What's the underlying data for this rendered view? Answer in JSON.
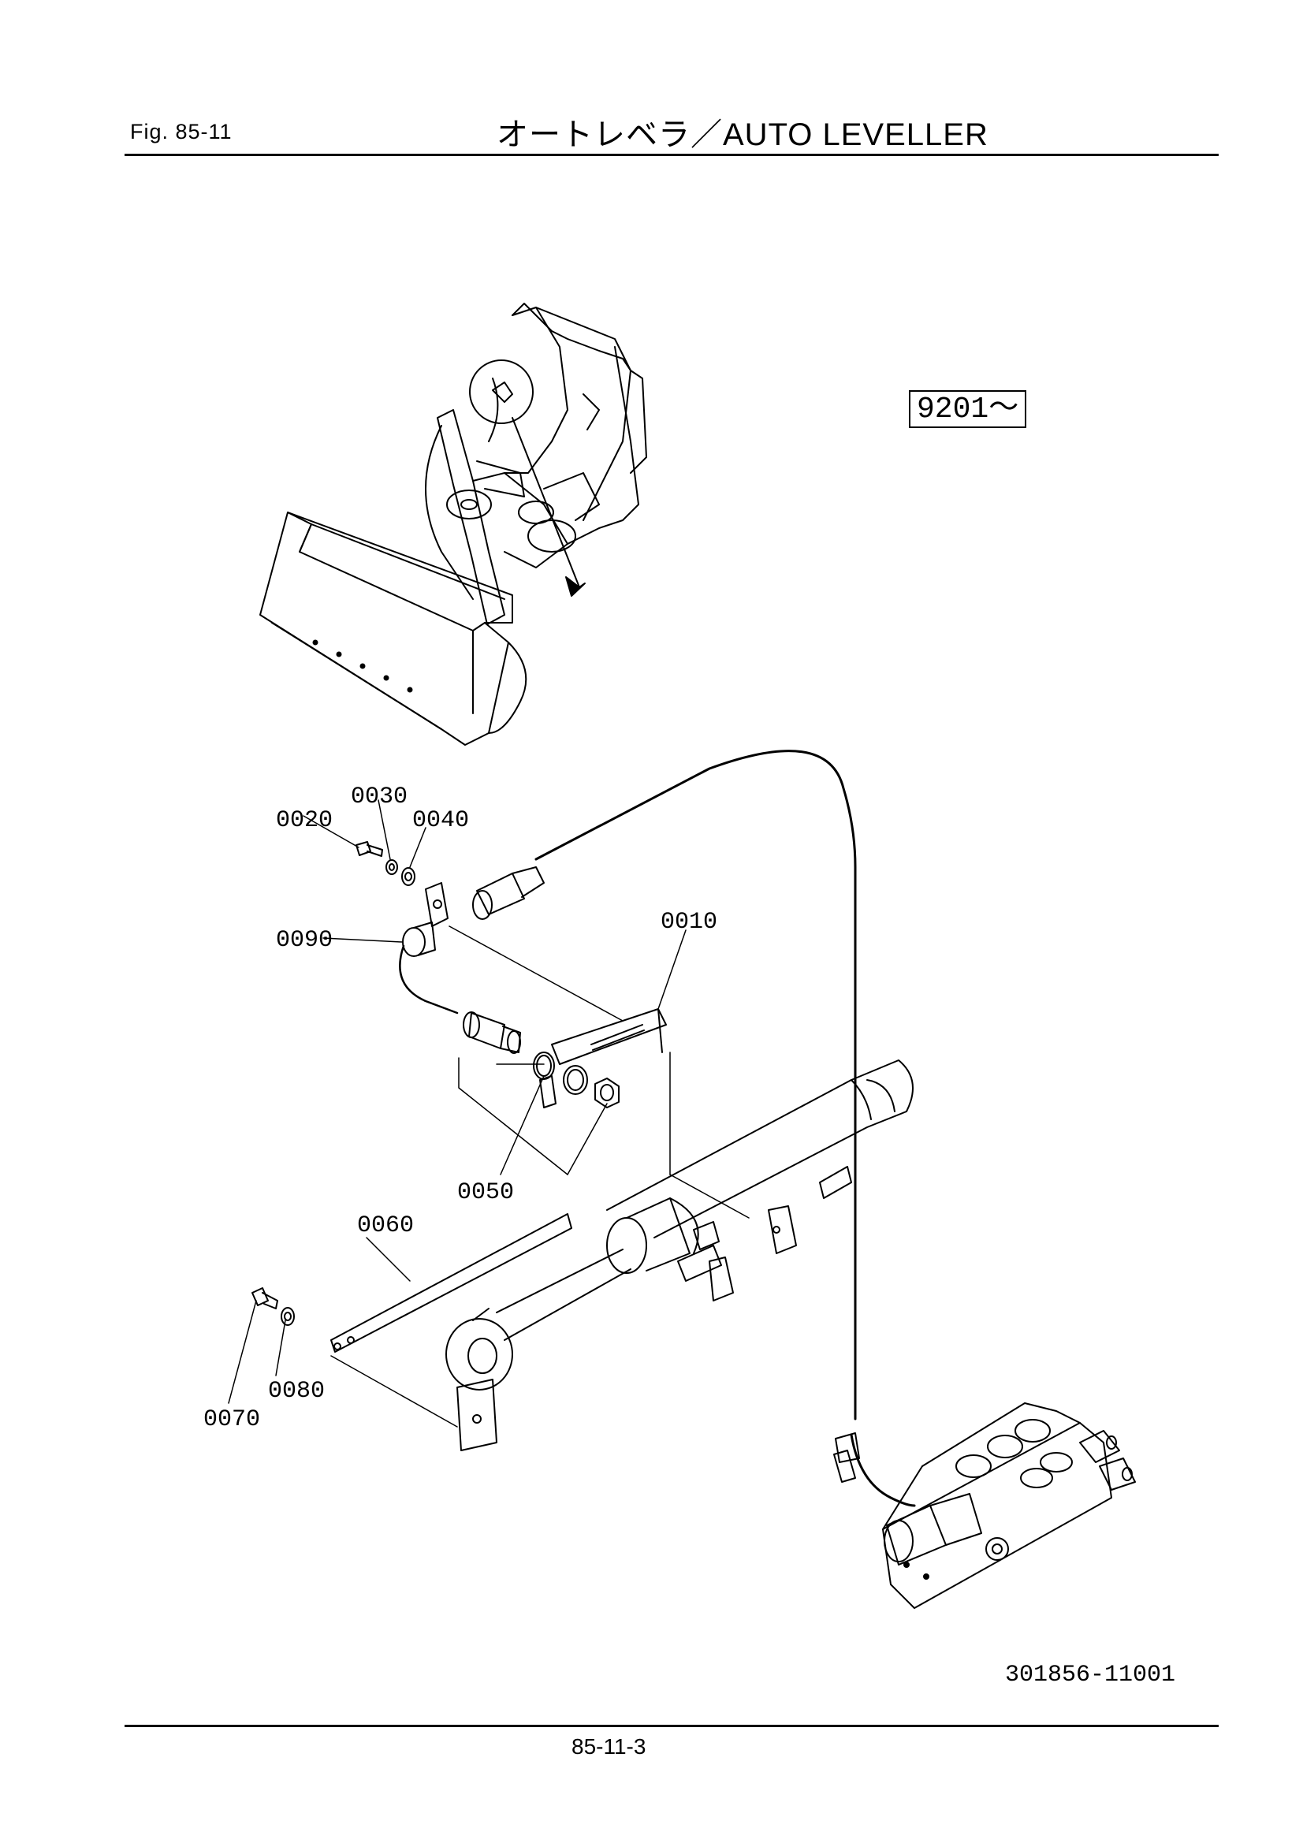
{
  "header": {
    "figure_label": "Fig.  85-11",
    "title": "オートレベラ／AUTO  LEVELLER"
  },
  "serial_range": "9201～",
  "part_labels": {
    "p0010": "0010",
    "p0020": "0020",
    "p0030": "0030",
    "p0040": "0040",
    "p0050": "0050",
    "p0060": "0060",
    "p0070": "0070",
    "p0080": "0080",
    "p0090": "0090"
  },
  "drawing_number": "301856-11001",
  "footer": {
    "page_number": "85-11-3"
  }
}
